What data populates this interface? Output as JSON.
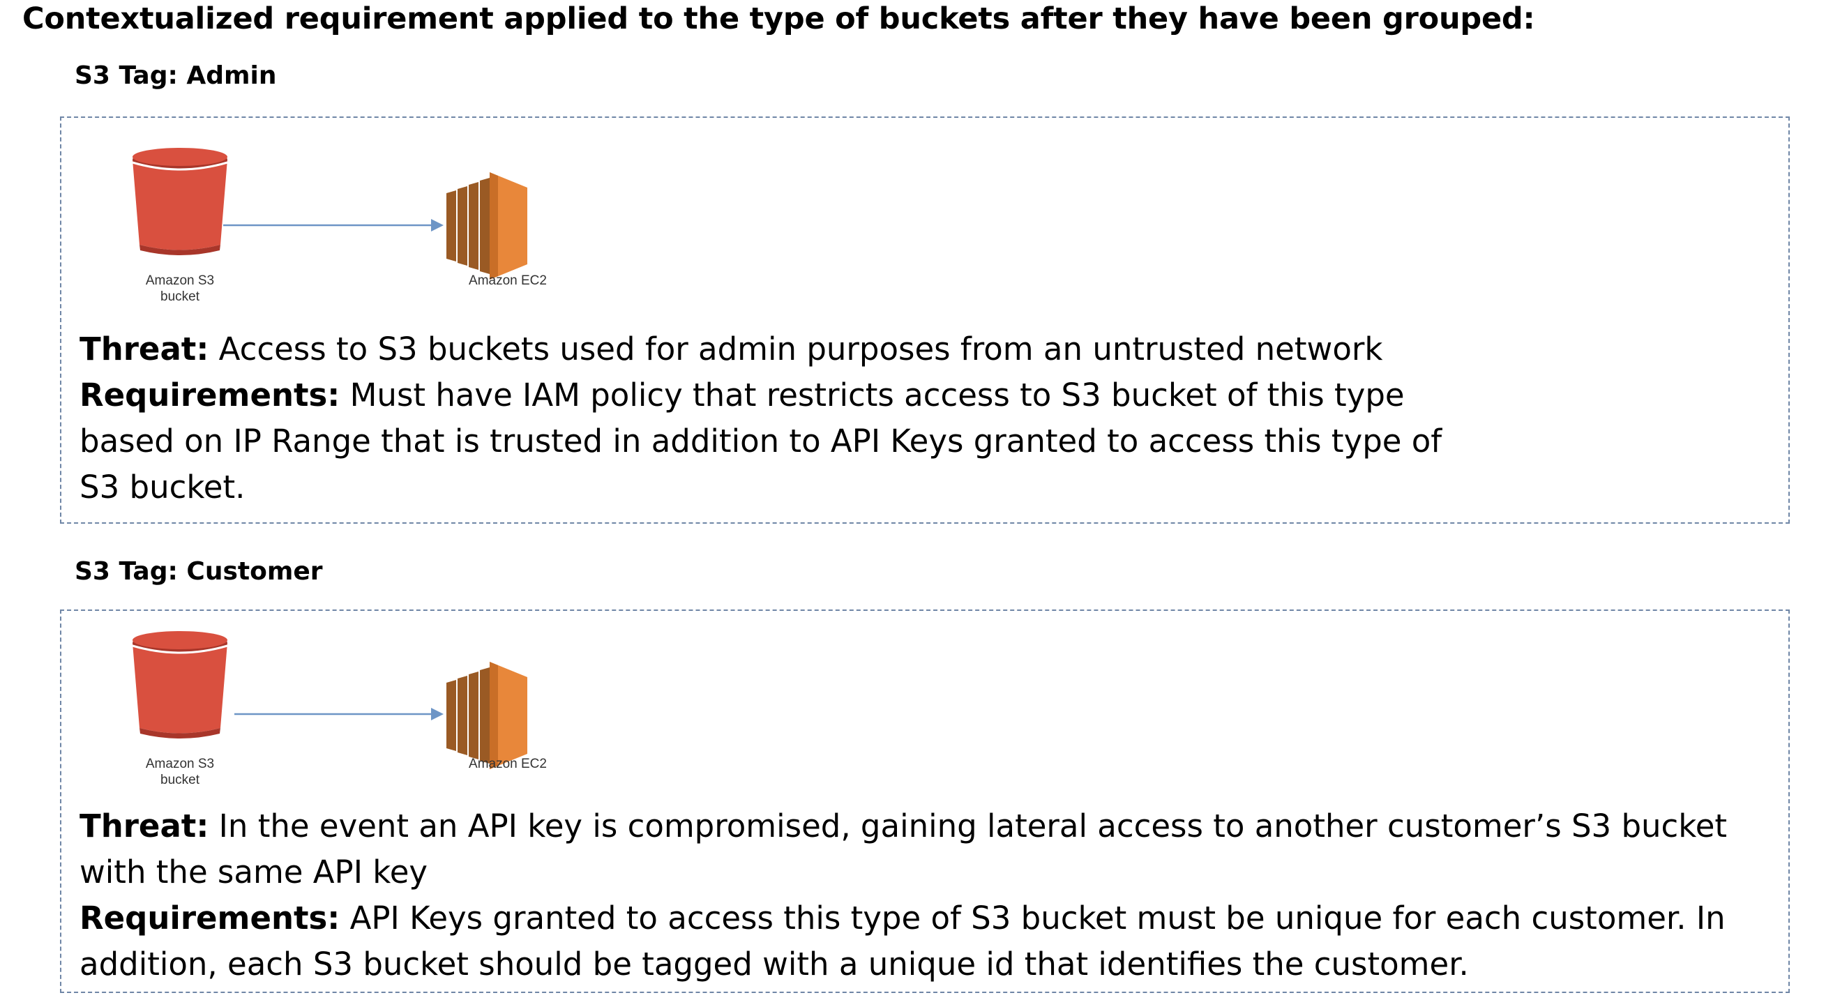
{
  "heading": "Contextualized requirement applied to the type of buckets after they have been grouped:",
  "sections": [
    {
      "tag_label": "S3 Tag: Admin",
      "diagram": {
        "source": {
          "label_line1": "Amazon S3",
          "label_line2": "bucket",
          "icon": "s3-bucket-icon"
        },
        "target": {
          "label": "Amazon EC2",
          "icon": "ec2-icon"
        }
      },
      "threat_label": "Threat:",
      "threat_text": " Access to S3 buckets used for admin purposes from an untrusted network",
      "requirements_label": "Requirements:",
      "requirements_text": " Must have IAM policy that restricts access to S3 bucket of this type based on IP Range that is trusted in addition to API Keys granted to access this type of S3 bucket."
    },
    {
      "tag_label": "S3 Tag: Customer",
      "diagram": {
        "source": {
          "label_line1": "Amazon S3",
          "label_line2": "bucket",
          "icon": "s3-bucket-icon"
        },
        "target": {
          "label": "Amazon EC2",
          "icon": "ec2-icon"
        }
      },
      "threat_label": "Threat:",
      "threat_text": " In the event an API key is compromised, gaining lateral access to another customer’s S3 bucket with the same API key",
      "requirements_label": "Requirements:",
      "requirements_text": " API Keys granted to access this type of S3 bucket must be unique for each customer. In addition, each S3 bucket should be tagged with a unique id that identifies the customer."
    }
  ],
  "colors": {
    "bucket_red": "#d9503f",
    "bucket_dark": "#a8362a",
    "ec2_orange": "#e8873a",
    "ec2_dark": "#9a5a24",
    "arrow_blue": "#6d95c6",
    "dashed_border": "#6f86a6"
  }
}
